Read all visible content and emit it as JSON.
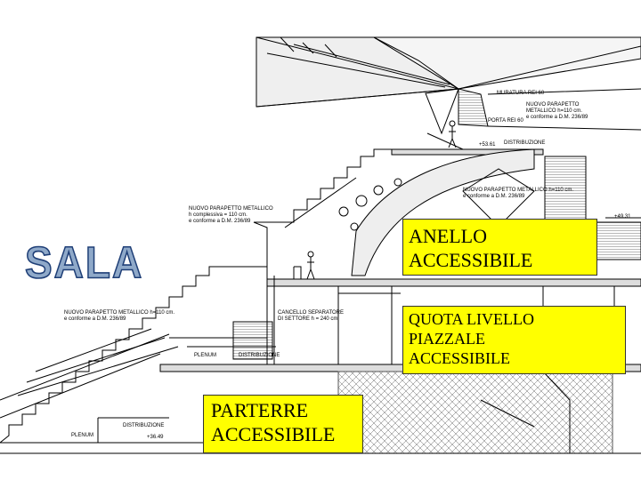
{
  "watermark": {
    "text": "SALA"
  },
  "callouts": {
    "anello": [
      "ANELLO",
      "ACCESSIBILE"
    ],
    "quota": [
      "QUOTA LIVELLO",
      "PIAZZALE",
      "ACCESSIBILE"
    ],
    "parterre": [
      "PARTERRE",
      "ACCESSIBILE"
    ]
  },
  "annotations": {
    "muratura": "MURATURA REI 60",
    "parapetto_top": [
      "NUOVO PARAPETTO",
      "METALLICO h=110 cm.",
      "e conforme a D.M. 236/89"
    ],
    "porta": "PORTA REI 60",
    "quota_top": "+53.61",
    "distribuzione_top": "DISTRIBUZIONE",
    "parapetto_mid": [
      "NUOVO PARAPETTO METALLICO",
      "h complessiva = 110 cm.",
      "e conforme a D.M. 236/89"
    ],
    "parapetto_mid_right": [
      "NUOVO PARAPETTO METALLICO h=110 cm.",
      "e conforme a D.M. 236/89"
    ],
    "quota_right": "+49.31",
    "cancello": [
      "CANCELLO SEPARATORE",
      "DI SETTORE h = 240 cm."
    ],
    "parapetto_low": [
      "NUOVO PARAPETTO METALLICO h=110 cm.",
      "e conforme a D.M. 236/89"
    ],
    "plenum_mid": "PLENUM",
    "distribuzione_mid": "DISTRIBUZIONE",
    "distribuzione_low": "DISTRIBUZIONE",
    "plenum_low": "PLENUM",
    "quota_low": "+36.49"
  }
}
